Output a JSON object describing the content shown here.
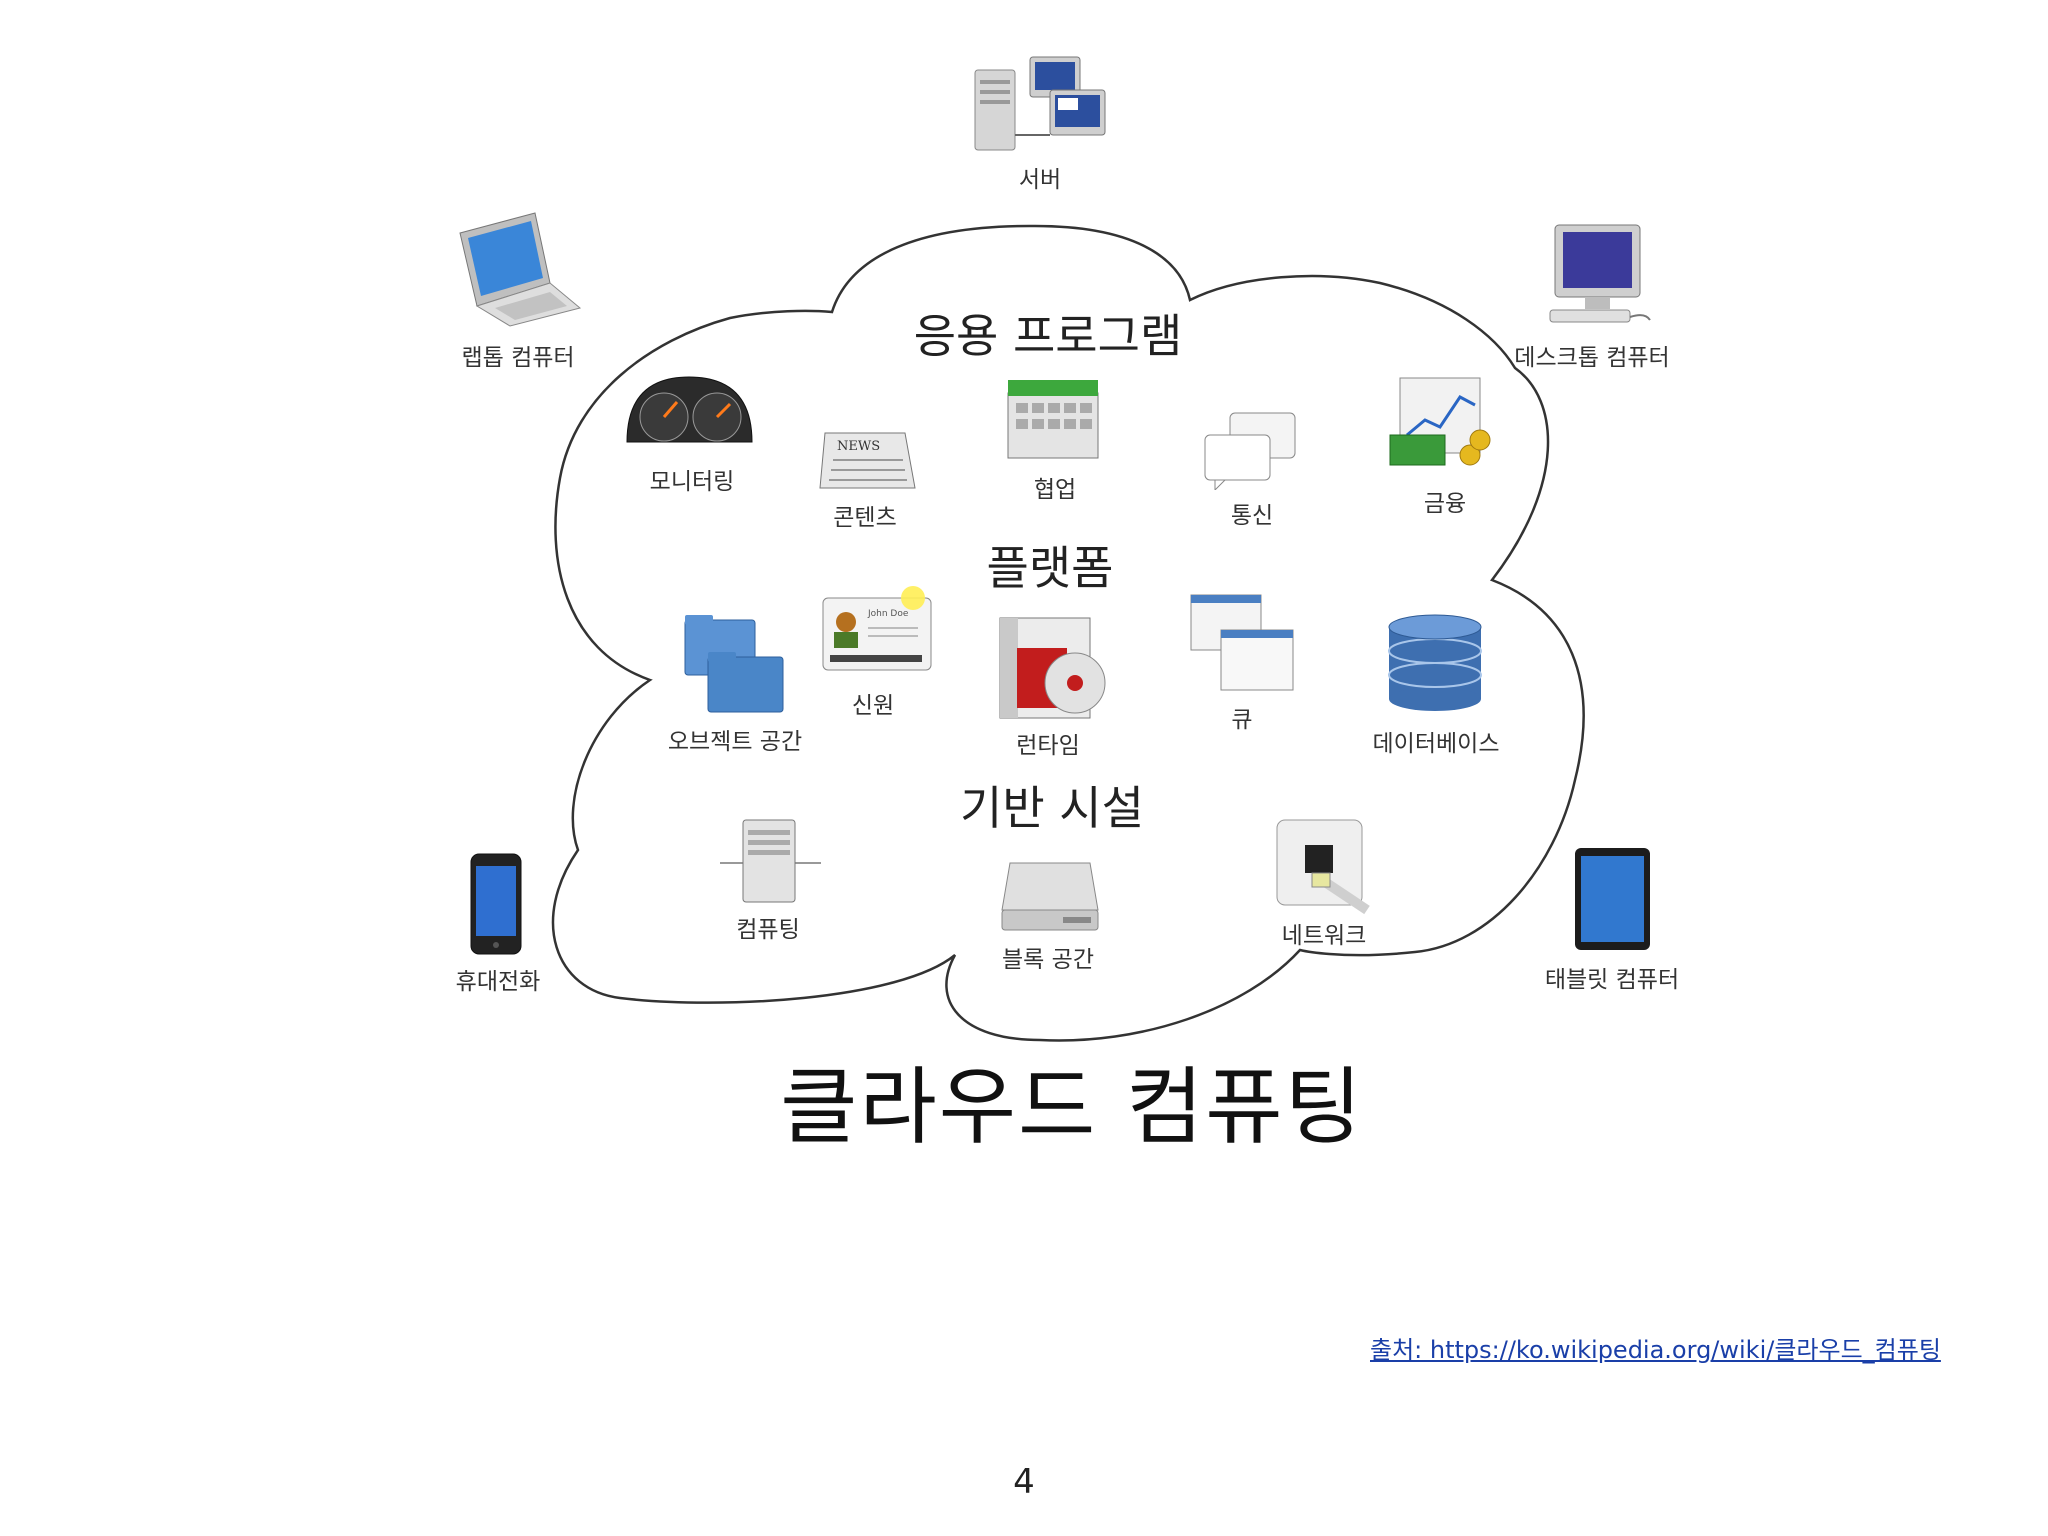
{
  "diagram": {
    "title": "클라우드 컴퓨팅",
    "sections": {
      "applications": "응용 프로그램",
      "platform": "플랫폼",
      "infrastructure": "기반 시설"
    },
    "devices": {
      "server": "서버",
      "laptop": "랩톱 컴퓨터",
      "desktop": "데스크톱 컴퓨터",
      "phone": "휴대전화",
      "tablet": "태블릿 컴퓨터"
    },
    "app_items": {
      "monitoring": "모니터링",
      "content": "콘텐츠",
      "collaboration": "협업",
      "communication": "통신",
      "finance": "금융"
    },
    "platform_items": {
      "object_storage": "오브젝트 공간",
      "identity": "신원",
      "runtime": "런타임",
      "queue": "큐",
      "database": "데이터베이스"
    },
    "infra_items": {
      "compute": "컴퓨팅",
      "block_storage": "블록 공간",
      "network": "네트워크"
    },
    "icon_text": {
      "news": "NEWS",
      "id_name": "John Doe"
    }
  },
  "footer": {
    "source": "출처: https://ko.wikipedia.org/wiki/클라우드_컴퓨팅",
    "page_number": "4"
  },
  "colors": {
    "cloud_outline": "#333333",
    "link": "#1a3fa8",
    "folder_blue": "#4a86c8",
    "db_blue": "#3e6fb0"
  }
}
